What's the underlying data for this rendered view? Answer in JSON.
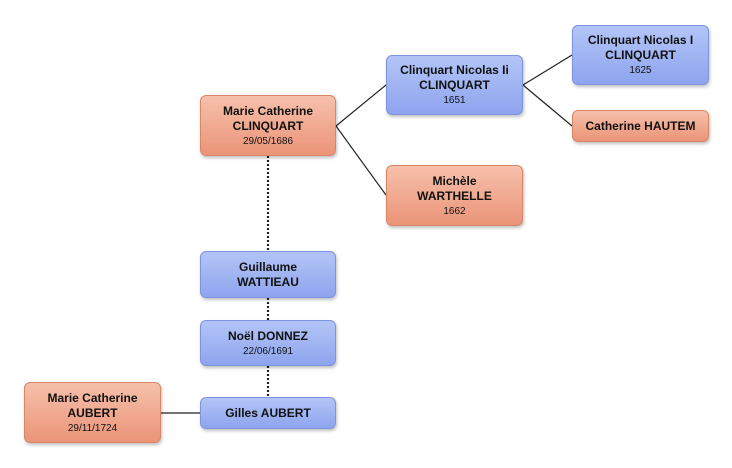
{
  "people": {
    "marie_catherine_clinquart": {
      "first": "Marie Catherine",
      "last": "CLINQUART",
      "date": "29/05/1686"
    },
    "clinquart_nicolas_ii": {
      "first": "Clinquart Nicolas Ii",
      "last": "CLINQUART",
      "date": "1651"
    },
    "clinquart_nicolas_i": {
      "first": "Clinquart Nicolas I",
      "last": "CLINQUART",
      "date": "1625"
    },
    "catherine_hautem": {
      "full": "Catherine HAUTEM"
    },
    "michele_warthelle": {
      "first": "Michèle",
      "last": "WARTHELLE",
      "date": "1662"
    },
    "guillaume_wattieau": {
      "first": "Guillaume",
      "last": "WATTIEAU"
    },
    "noel_donnez": {
      "full": "Noël DONNEZ",
      "date": "22/06/1691"
    },
    "gilles_aubert": {
      "full": "Gilles AUBERT"
    },
    "marie_catherine_aubert": {
      "first": "Marie Catherine",
      "last": "AUBERT",
      "date": "29/11/1724"
    }
  },
  "colors": {
    "female": "#eb9478",
    "male": "#8ea4ee",
    "line": "#222222"
  }
}
